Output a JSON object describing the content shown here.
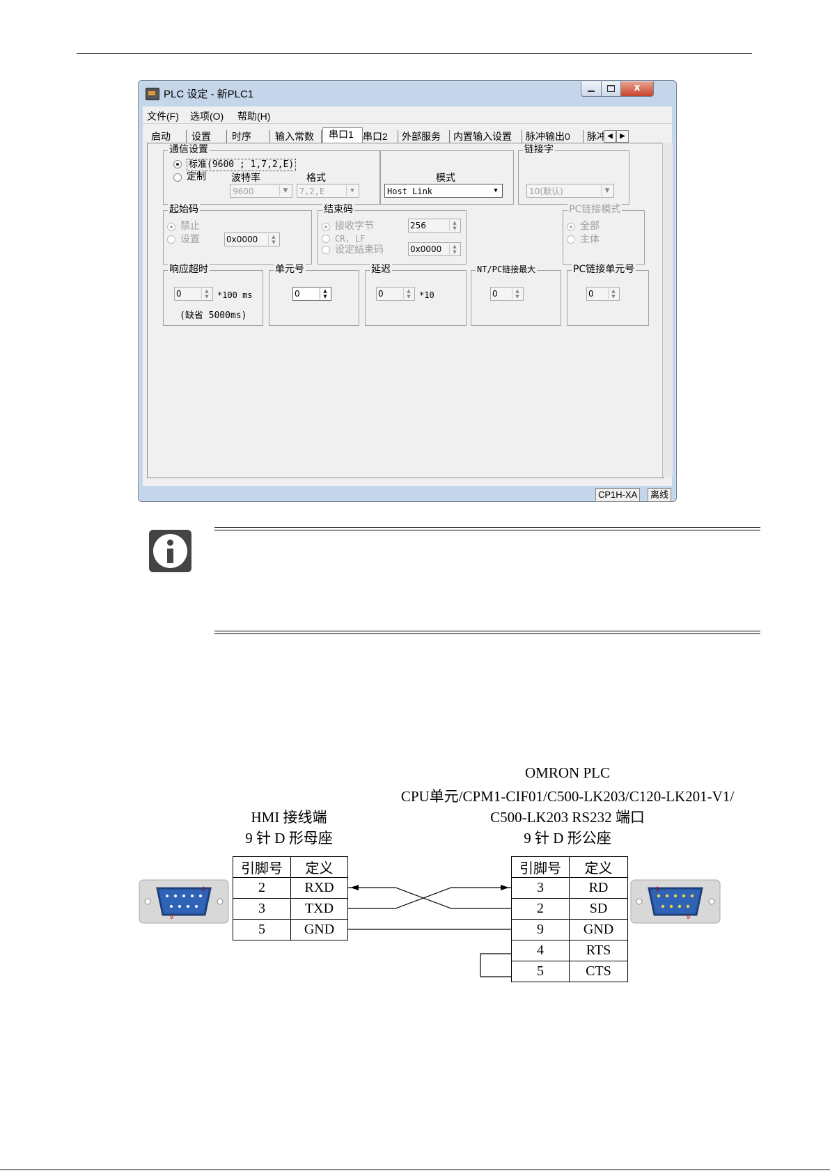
{
  "window": {
    "title": "PLC 设定 - 新PLC1",
    "close_glyph": "x",
    "menu": [
      "文件(F)",
      "选项(O)",
      "帮助(H)"
    ],
    "tabs": [
      "启动",
      "设置",
      "时序",
      "输入常数",
      "串口1",
      "串口2",
      "外部服务",
      "内置输入设置",
      "脉冲输出0",
      "脉冲"
    ],
    "active_tab": "串口1",
    "comm": {
      "group": "通信设置",
      "standard": "标准(9600 ; 1,7,2,E)",
      "custom": "定制",
      "baud_label": "波特率",
      "baud_value": "9600",
      "format_label": "格式",
      "format_value": "7,2,E",
      "mode_label": "模式",
      "mode_value": "Host Link"
    },
    "link": {
      "group": "链接字",
      "value": "10(默认)"
    },
    "start_code": {
      "group": "起始码",
      "disable": "禁止",
      "set": "设置",
      "value": "0x0000"
    },
    "end_code": {
      "group": "结束码",
      "recv_bytes": "接收字节",
      "recv_value": "256",
      "crlf": "CR, LF",
      "set_end": "设定结束码",
      "end_value": "0x0000"
    },
    "pc_link_mode": {
      "group": "PC链接模式",
      "all": "全部",
      "master": "主体"
    },
    "response_timeout": {
      "group": "响应超时",
      "value": "0",
      "unit": "*100 ms",
      "note": "(缺省 5000ms)"
    },
    "unit_no": {
      "group": "单元号",
      "value": "0"
    },
    "delay": {
      "group": "延迟",
      "value": "0",
      "unit": "*10"
    },
    "nt_pc_max": {
      "group": "NT/PC链接最大",
      "value": "0"
    },
    "pc_link_unit": {
      "group": "PC链接单元号",
      "value": "0"
    },
    "status": {
      "model": "CP1H-XA",
      "state": "离线"
    }
  },
  "diagram": {
    "left_caption": [
      "HMI 接线端",
      "9 针 D 形母座"
    ],
    "right_caption": [
      "OMRON PLC",
      "CPU单元/CPM1-CIF01/C500-LK203/C120-LK201-V1/",
      "C500-LK203 RS232 端口",
      "9 针 D 形公座"
    ],
    "left_table": {
      "headers": [
        "引脚号",
        "定义"
      ],
      "rows": [
        [
          "2",
          "RXD"
        ],
        [
          "3",
          "TXD"
        ],
        [
          "5",
          "GND"
        ]
      ]
    },
    "right_table": {
      "headers": [
        "引脚号",
        "定义"
      ],
      "rows": [
        [
          "3",
          "RD"
        ],
        [
          "2",
          "SD"
        ],
        [
          "9",
          "GND"
        ],
        [
          "4",
          "RTS"
        ],
        [
          "5",
          "CTS"
        ]
      ]
    },
    "left_connector_labels": [
      "1",
      "9"
    ],
    "right_connector_labels": [
      "1",
      "9"
    ]
  }
}
